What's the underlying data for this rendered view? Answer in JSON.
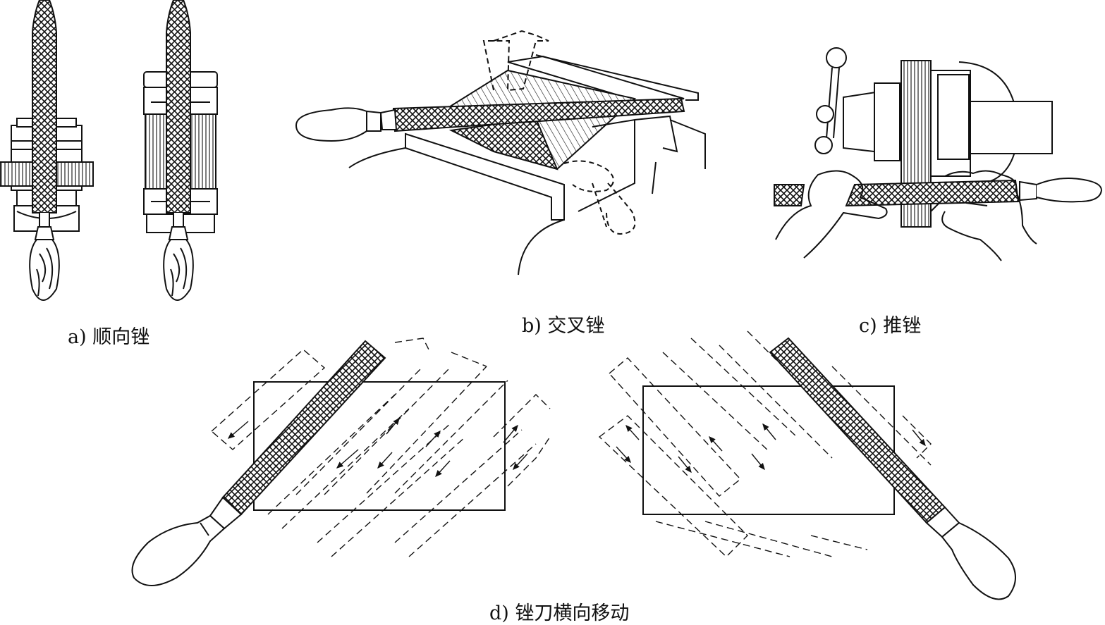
{
  "captions": {
    "a": "a) 顺向锉",
    "b": "b) 交叉锉",
    "c": "c) 推锉",
    "d": "d) 锉刀横向移动"
  },
  "colors": {
    "ink": "#111111",
    "paper": "#ffffff"
  },
  "icons": {
    "file_tool": "file-icon",
    "vise": "bench-vise-icon",
    "workpiece": "workpiece-rectangle",
    "stroke_arrow": "arrow-icon"
  }
}
